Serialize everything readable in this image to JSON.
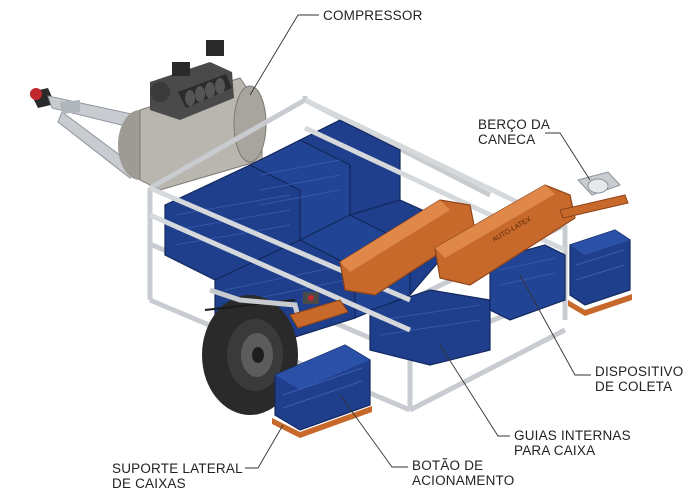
{
  "labels": {
    "compressor": [
      "COMPRESSOR"
    ],
    "berco_da_caneca": [
      "BERÇO DA",
      "CANECA"
    ],
    "dispositivo_de_coleta": [
      "DISPOSITIVO",
      "DE COLETA"
    ],
    "guias_internas": [
      "GUIAS INTERNAS",
      "PARA CAIXA"
    ],
    "botao_de_acionamento": [
      "BOTÃO DE",
      "ACIONAMENTO"
    ],
    "suporte_lateral": [
      "SUPORTE LATERAL",
      "DE CAIXAS"
    ]
  },
  "device_brand_text": "AUTO-LATEX",
  "colors": {
    "frame": "#c8ccd0",
    "frame_dark": "#8e959c",
    "crate": "#1f3f8c",
    "crate_dark": "#13285e",
    "collector": "#c8692c",
    "collector_dark": "#8e4417",
    "tire": "#2a2a2a",
    "compressor_body": "#b9b6b0",
    "leader_line": "#333333"
  }
}
